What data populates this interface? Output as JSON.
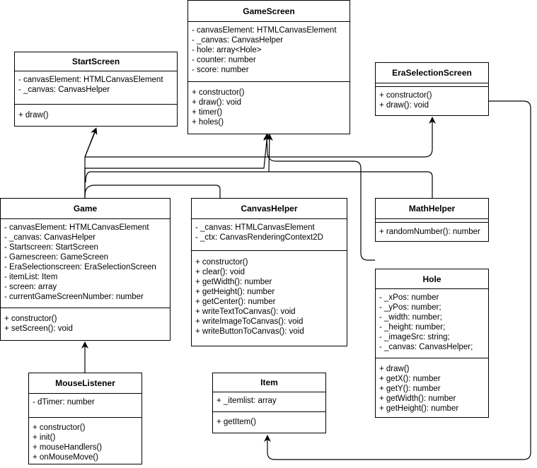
{
  "classes": {
    "game_screen": {
      "name": "GameScreen",
      "attributes": [
        "- canvasElement: HTMLCanvasElement",
        "- _canvas: CanvasHelper",
        "- hole: array<Hole>",
        "- counter: number",
        "- score: number"
      ],
      "methods": [
        "+ constructor()",
        "+ draw(): void",
        "+ timer()",
        "+ holes()"
      ]
    },
    "start_screen": {
      "name": "StartScreen",
      "attributes": [
        "- canvasElement: HTMLCanvasElement",
        "- _canvas: CanvasHelper"
      ],
      "methods": [
        "+ draw()"
      ]
    },
    "era_selection_screen": {
      "name": "EraSelectionScreen",
      "attributes": [],
      "methods": [
        "+ constructor()",
        "+ draw(): void"
      ]
    },
    "game": {
      "name": "Game",
      "attributes": [
        "- canvasElement: HTMLCanvasElement",
        "- _canvas: CanvasHelper",
        "- Startscreen: StartScreen",
        "- Gamescreen: GameScreen",
        "- EraSelectionscreen: EraSelectionScreen",
        "- itemList: Item",
        "- screen: array",
        "- currentGameScreenNumber: number"
      ],
      "methods": [
        "+ constructor()",
        "+ setScreen(): void"
      ]
    },
    "canvas_helper": {
      "name": "CanvasHelper",
      "attributes": [
        "- _canvas: HTMLCanvasElement",
        "- _ctx: CanvasRenderingContext2D"
      ],
      "methods": [
        "+ constructor()",
        "+ clear(): void",
        "+ getWidth(): number",
        "+ getHeight(): number",
        "+ getCenter(): number",
        "+ writeTextToCanvas(): void",
        "+ writeImageToCanvas(): void",
        "+ writeButtonToCanvas(): void"
      ]
    },
    "math_helper": {
      "name": "MathHelper",
      "attributes": [],
      "methods": [
        "+ randomNumber(): number"
      ]
    },
    "hole": {
      "name": "Hole",
      "attributes": [
        "- _xPos: number",
        "- _yPos: number;",
        "- _width: number;",
        "- _height: number;",
        "- _imageSrc: string;",
        "- _canvas: CanvasHelper;"
      ],
      "methods": [
        "+ draw()",
        "+ getX(): number",
        "+ getY(): number",
        "+ getWidth(): number",
        "+ getHeight(): number"
      ]
    },
    "mouse_listener": {
      "name": "MouseListener",
      "attributes": [
        "- dTimer: number"
      ],
      "methods": [
        "+ constructor()",
        "+ init()",
        "+ mouseHandlers()",
        "+ onMouseMove()"
      ]
    },
    "item": {
      "name": "Item",
      "attributes": [
        "+ _itemlist: array"
      ],
      "methods": [
        "+ getItem()"
      ]
    }
  }
}
